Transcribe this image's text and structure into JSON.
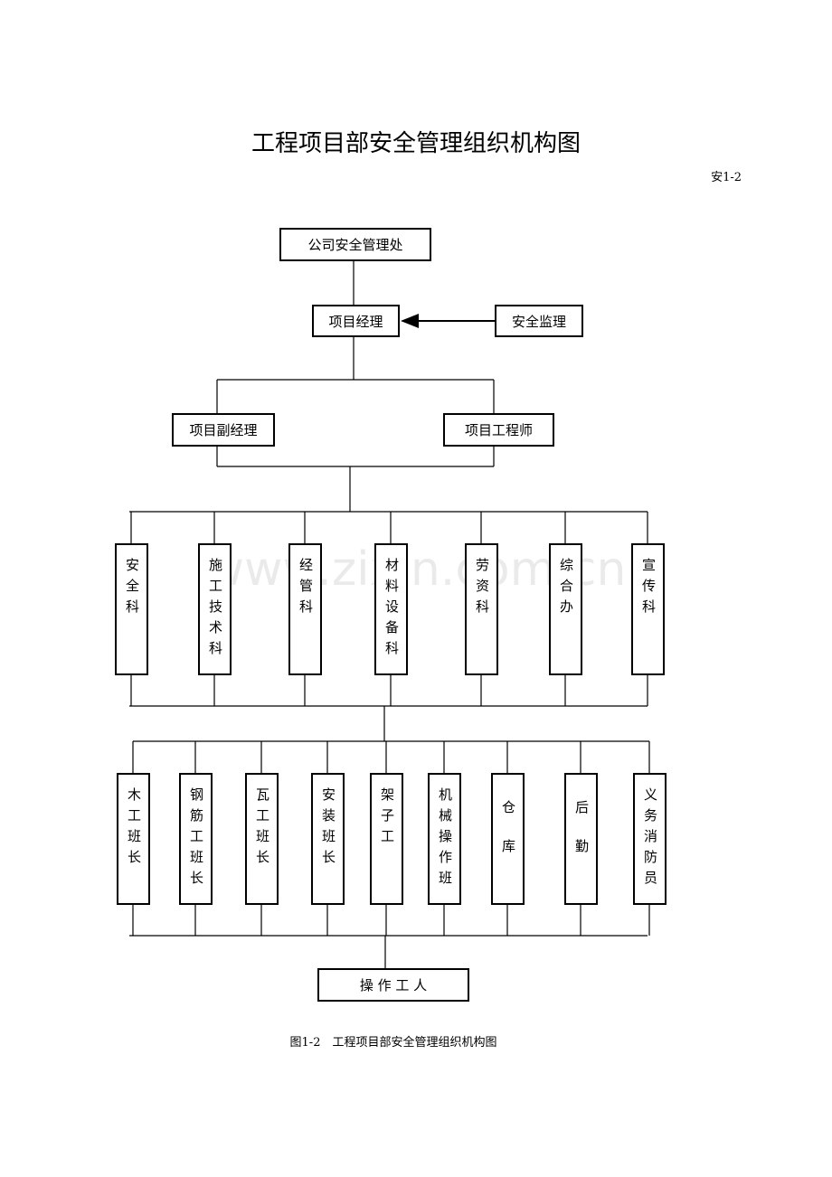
{
  "title": "工程项目部安全管理组织机构图",
  "code": "安1-2",
  "watermark": "www.zixin.com.cn",
  "top": "公司安全管理处",
  "manager": "项目经理",
  "supervisor": "安全监理",
  "deputy": "项目副经理",
  "engineer": "项目工程师",
  "departments": [
    "安全科",
    "施工技术科",
    "经管科",
    "材料设备科",
    "劳资科",
    "综合办",
    "宣传科"
  ],
  "teams": [
    "木工班长",
    "钢筋工班长",
    "瓦工班长",
    "安装班长",
    "架子工",
    "机械操作班",
    "仓库",
    "后勤",
    "义务消防员"
  ],
  "workers": "操 作 工 人",
  "caption": "图1-2　工程项目部安全管理组织机构图"
}
